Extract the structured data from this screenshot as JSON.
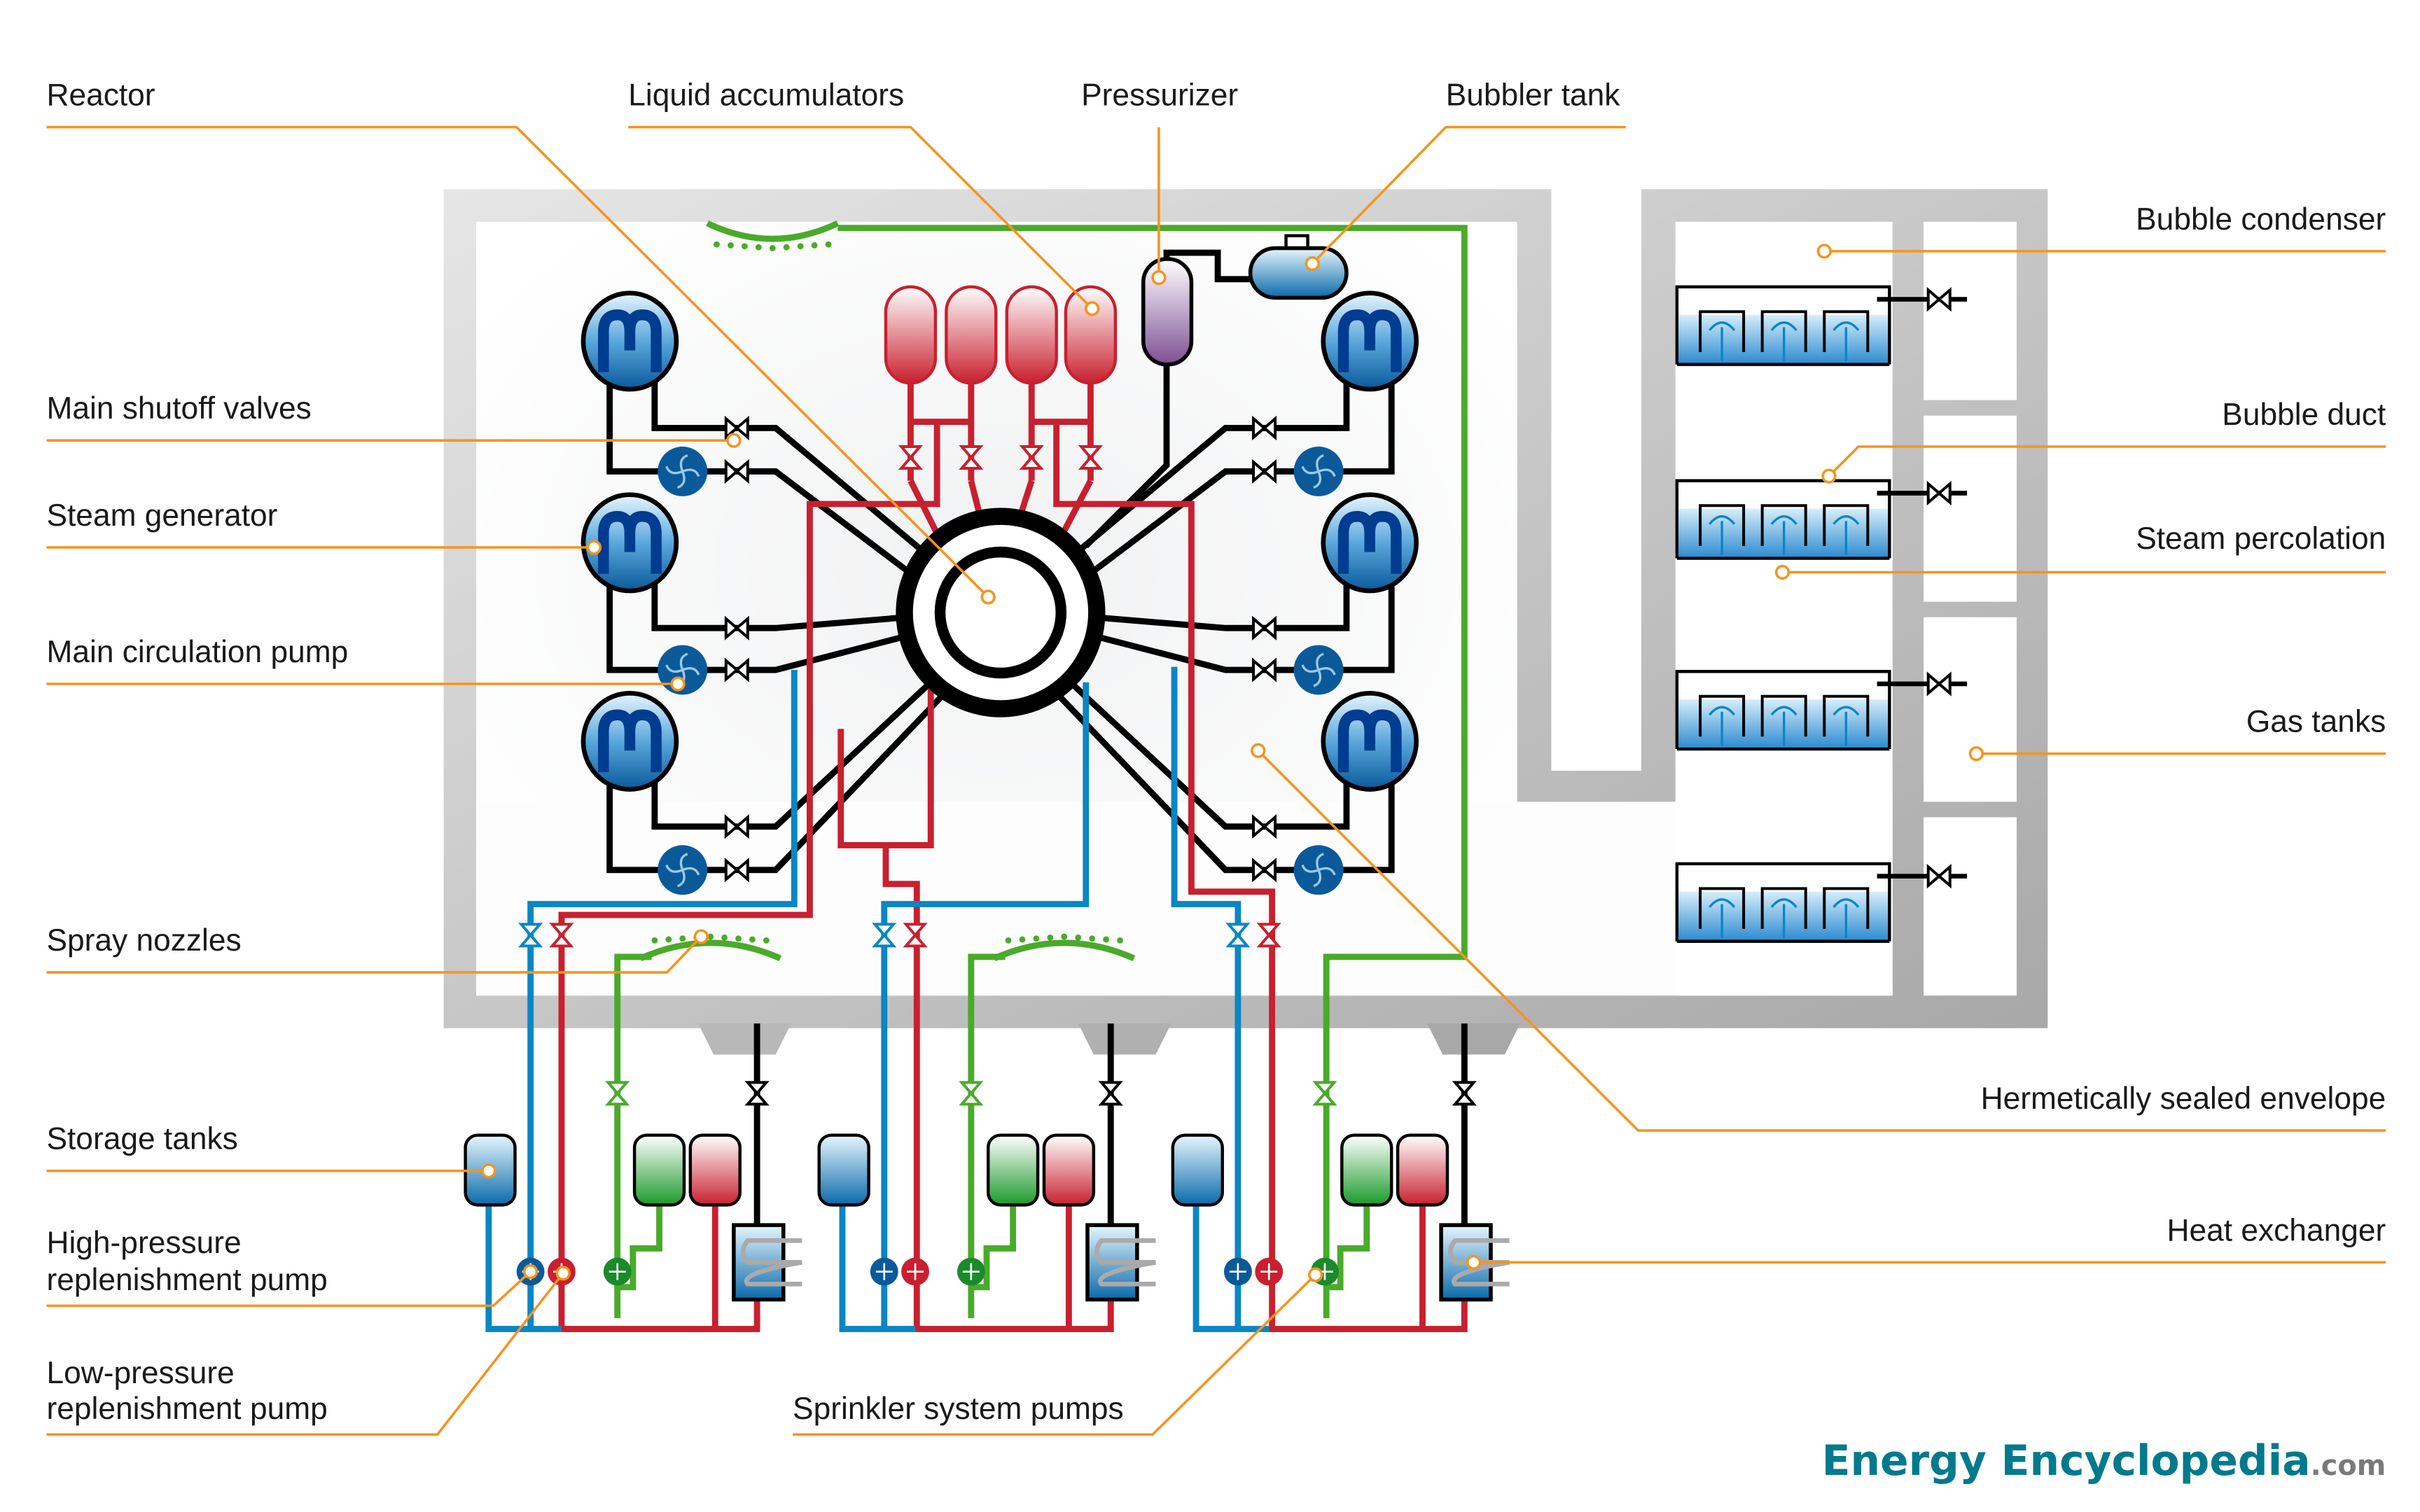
{
  "labels": {
    "reactor": "Reactor",
    "liquid_accumulators": "Liquid accumulators",
    "pressurizer": "Pressurizer",
    "bubbler_tank": "Bubbler tank",
    "main_shutoff_valves": "Main shutoff valves",
    "steam_generator": "Steam generator",
    "main_circulation_pump": "Main circulation pump",
    "spray_nozzles": "Spray nozzles",
    "storage_tanks": "Storage tanks",
    "hp_pump_line1": "High-pressure",
    "hp_pump_line2": "replenishment pump",
    "lp_pump_line1": "Low-pressure",
    "lp_pump_line2": "replenishment pump",
    "sprinkler_pumps": "Sprinkler system pumps",
    "bubble_condenser": "Bubble condenser",
    "bubble_duct": "Bubble duct",
    "steam_percolation": "Steam percolation",
    "gas_tanks": "Gas tanks",
    "hermetic_envelope": "Hermetically sealed envelope",
    "heat_exchanger": "Heat exchanger"
  },
  "logo": {
    "word1": "Energy",
    "word2": "Encyclopedia",
    "suffix": ".com"
  },
  "colors": {
    "leader": "#f7931e",
    "primary_loop": "#000000",
    "hp_injection": "#c8202f",
    "lp_injection": "#0a86c4",
    "sprinkler": "#4aaa2a",
    "containment": "#c8c8c8",
    "logo": "#3396a8"
  },
  "icons": [
    "steam-generator-icon",
    "circulation-pump-icon",
    "valve-icon",
    "accumulator-tank-icon",
    "pressurizer-icon",
    "bubbler-tank-icon",
    "spray-nozzle-icon",
    "heat-exchanger-icon",
    "bubble-condenser-icon"
  ]
}
